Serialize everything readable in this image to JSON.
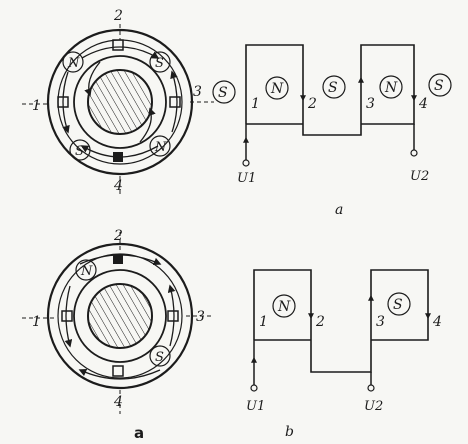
{
  "diagram_top": {
    "slot_labels": [
      "1",
      "2",
      "3",
      "4"
    ],
    "stator_poles": [
      "N",
      "S",
      "S",
      "N"
    ],
    "wiring_poles": [
      "S",
      "N",
      "S",
      "N",
      "S"
    ],
    "terminals": [
      "U1",
      "U2"
    ],
    "caption": "a"
  },
  "diagram_bottom": {
    "slot_labels": [
      "1",
      "2",
      "3",
      "4"
    ],
    "stator_poles": [
      "N",
      "S"
    ],
    "wiring_poles": [
      "N",
      "S"
    ],
    "terminals": [
      "U1",
      "U2"
    ],
    "caption_left": "a",
    "caption_right": "b"
  }
}
